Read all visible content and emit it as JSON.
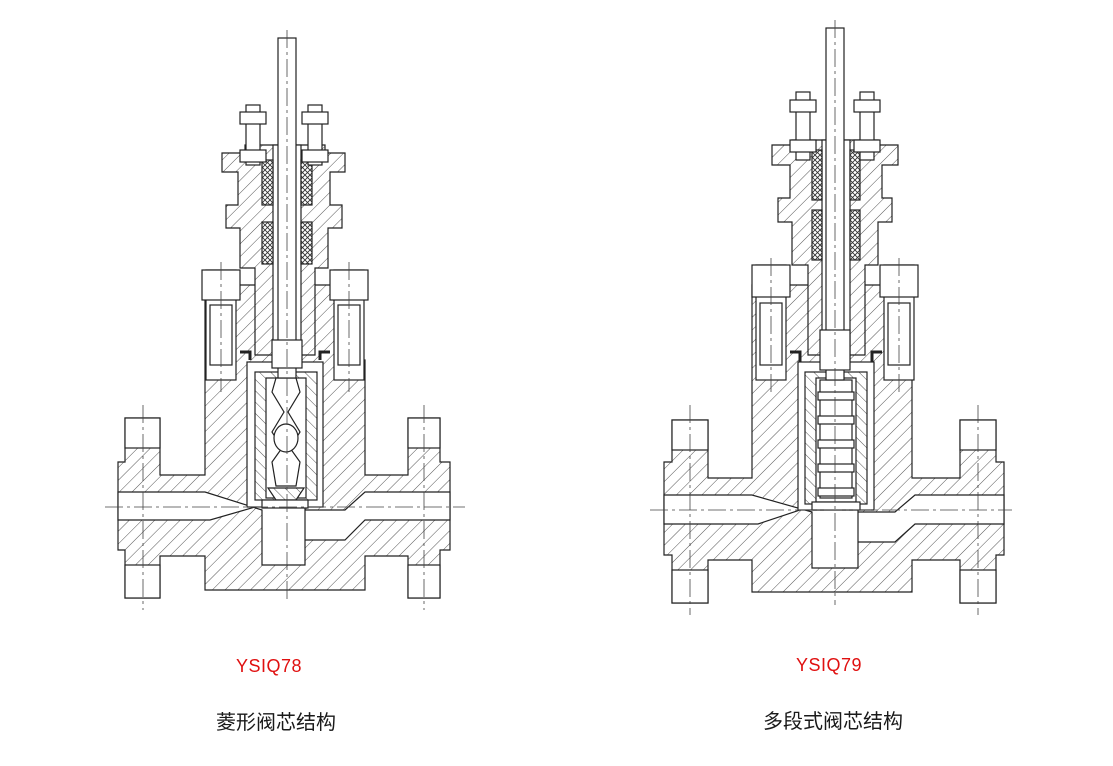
{
  "figures": [
    {
      "id": "ysiq78",
      "model": "YSIQ78",
      "description": "菱形阀芯结构",
      "plug_type": "diamond"
    },
    {
      "id": "ysiq79",
      "model": "YSIQ79",
      "description": "多段式阀芯结构",
      "plug_type": "multi-stage"
    }
  ],
  "colors": {
    "model_text": "#e01010",
    "desc_text": "#1a1a1a",
    "line": "#222222",
    "hatch": "#555555",
    "packing": "#333333"
  }
}
